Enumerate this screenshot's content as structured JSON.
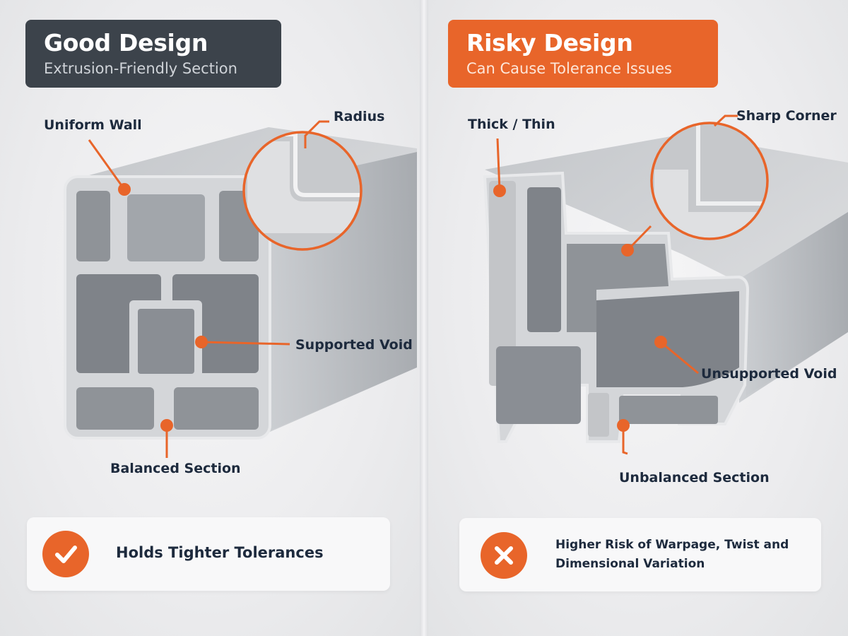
{
  "good": {
    "title": "Good Design",
    "subtitle": "Extrusion-Friendly Section",
    "callouts": {
      "uniform_wall": "Uniform Wall",
      "radius": "Radius",
      "supported_void": "Supported Void",
      "balanced_section": "Balanced Section"
    },
    "result_text": "Holds Tighter Tolerances",
    "result_icon": "checkmark-icon"
  },
  "risky": {
    "title": "Risky Design",
    "subtitle": "Can Cause Tolerance Issues",
    "callouts": {
      "thick_thin": "Thick / Thin",
      "sharp_corner": "Sharp Corner",
      "unsupported_void": "Unsupported Void",
      "unbalanced_section": "Unbalanced Section"
    },
    "result_text_line1": "Higher Risk of Warpage, Twist and",
    "result_text_line2": "Dimensional Variation",
    "result_icon": "x-mark-icon"
  },
  "colors": {
    "accent": "#e8652a",
    "dark_header": "#3c434b",
    "label_text": "#1d2a3d",
    "metal": "#b9bcc0"
  }
}
